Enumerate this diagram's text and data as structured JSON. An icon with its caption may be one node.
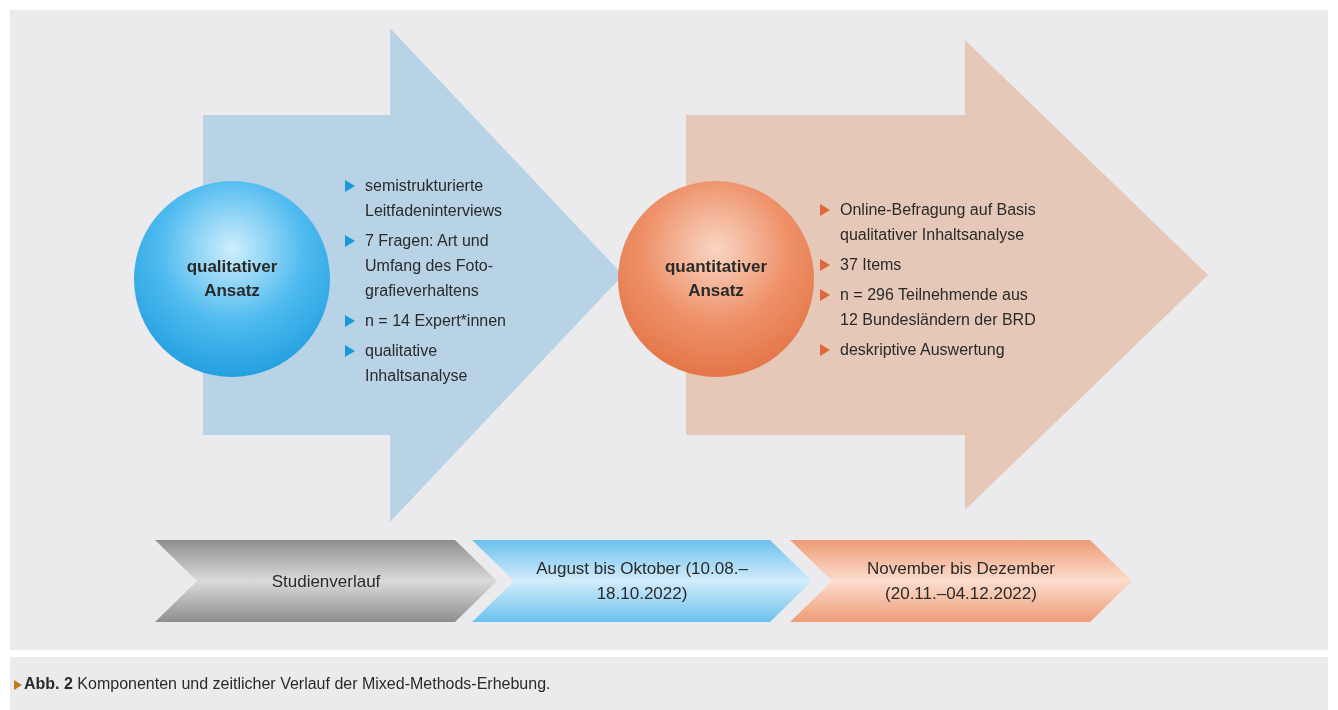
{
  "diagram": {
    "caption": "**Abb. 2** Komponenten und zeitlicher Verlauf der Mixed-Methods-Erhebung.",
    "nodes": [
      {
        "text": [
          "semistrukturierte Leitfadeninterviews",
          "7 Fragen: Art und Umfang des Foto- grafieverhaltens",
          "n = 14 Expert*innen",
          "qualitative Inhaltsanalyse"
        ]
      },
      {
        "text": [
          "qualitativer Ansatz"
        ]
      },
      {
        "text": [
          "Online-Befragung auf Basis qualitativer Inhaltsanalyse",
          "37 Items",
          "n = 296 Teilnehmende aus 12 Bundesländern der BRD",
          "deskriptive Auswertung"
        ]
      },
      {
        "text": [
          "quantitativer Ansatz"
        ]
      },
      {
        "text": [
          "Studienverlauf"
        ]
      },
      {
        "text": [
          "August bis Oktober (10.08.–18.10.2022)"
        ]
      },
      {
        "text": [
          "November bis Dezember (20.11.–04.12.2022)"
        ]
      }
    ],
    "edges": []
  }
}
